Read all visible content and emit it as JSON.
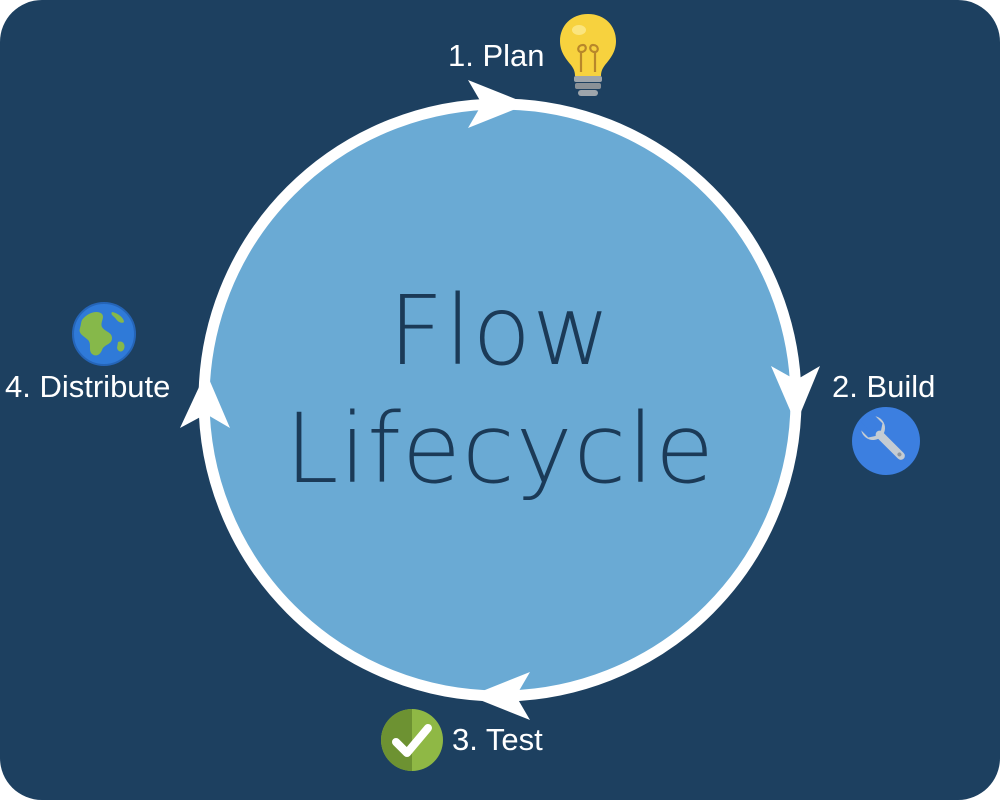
{
  "diagram": {
    "title_lines": [
      "Flow",
      "Lifecycle"
    ],
    "steps": [
      {
        "label": "1. Plan",
        "icon": "lightbulb-icon"
      },
      {
        "label": "2. Build",
        "icon": "wrench-icon"
      },
      {
        "label": "3. Test",
        "icon": "checkmark-icon"
      },
      {
        "label": "4. Distribute",
        "icon": "globe-icon"
      }
    ],
    "colors": {
      "background": "#1d4060",
      "circle_fill": "#6aaad4",
      "ring": "#ffffff",
      "title_text": "#1b3a57",
      "label_text": "#ffffff"
    }
  }
}
